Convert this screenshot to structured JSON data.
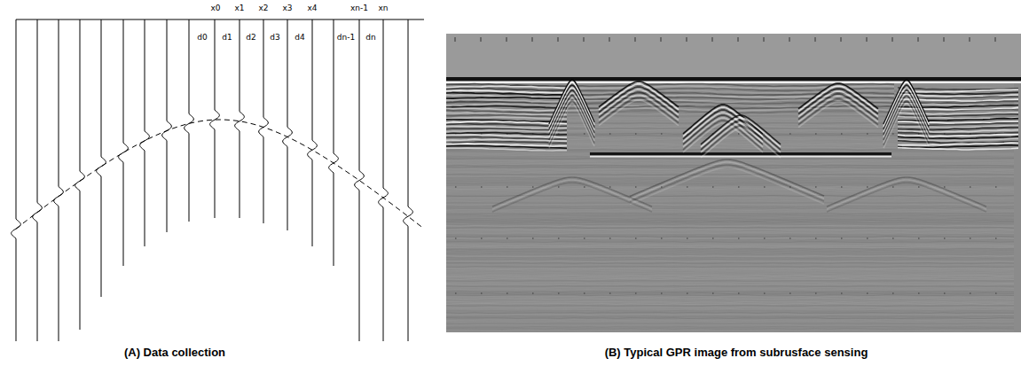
{
  "diagram": {
    "labels": [
      "x0",
      "x1",
      "x2",
      "x3",
      "x4",
      "xn-1",
      "xn",
      "d0",
      "d1",
      "d2",
      "d3",
      "d4",
      "dn-1",
      "dn",
      "(A) Data collection",
      "(B) Typical GPR image from subrusface sensing"
    ]
  }
}
